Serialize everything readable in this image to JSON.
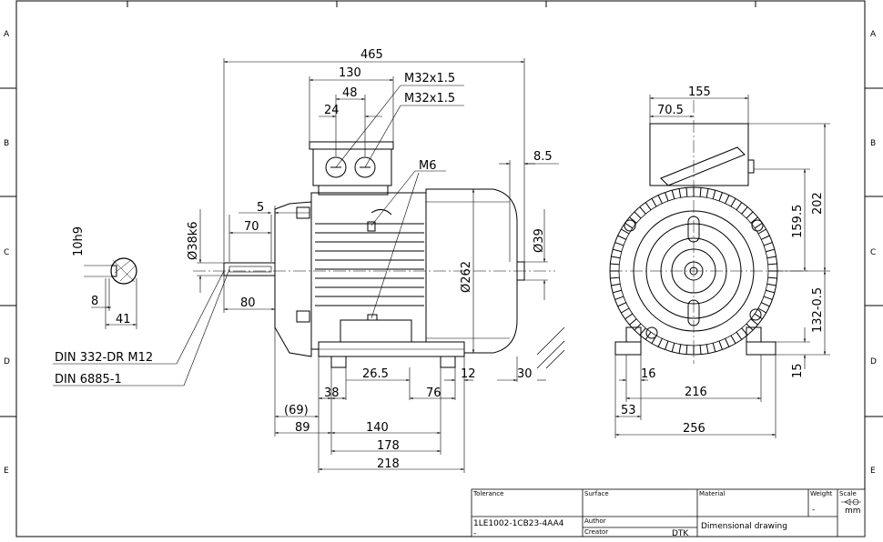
{
  "sheet": {
    "row_letters": [
      "A",
      "B",
      "C",
      "D",
      "E"
    ]
  },
  "side_view": {
    "overall_length": "465",
    "terminal_box_width": "130",
    "terminal_box_spacing": "48",
    "terminal_box_offset": "24",
    "gland_thread_1": "M32x1.5",
    "gland_thread_2": "M32x1.5",
    "earth_thread": "M6",
    "frame_gap": "8.5",
    "shaft_key_offset": "5",
    "shaft_key_length": "70",
    "shaft_diameter": "Ø38k6",
    "shaft_extension": "80",
    "frame_diameter": "Ø262",
    "fan_cowl_diameter": "Ø39",
    "foot_hole_distance": "26.5",
    "foot_hole_c": "38",
    "foot_end_offset": "76",
    "foot_thickness": "12",
    "foot_chamfer": "30",
    "c_dimension": "(69)",
    "c_dim_89": "89",
    "b_dim_140": "140",
    "b_dim_178": "178",
    "overall_foot": "218",
    "shaft_spec_1": "DIN 332-DR M12",
    "shaft_spec_2": "DIN 6885-1"
  },
  "shaft_section": {
    "key_width": "10h9",
    "key_depth": "8",
    "key_height": "41"
  },
  "end_view": {
    "terminal_width": "155",
    "terminal_offset": "70.5",
    "height_to_terminal": "159.5",
    "overall_height_above": "202",
    "shaft_height": "132-0.5",
    "foot_height": "15",
    "foot_hole_spacing": "16",
    "foot_span_216": "216",
    "foot_edge_53": "53",
    "overall_width": "256"
  },
  "title_block": {
    "tolerance_label": "Tolerance",
    "surface_label": "Surface",
    "material_label": "Material",
    "weight_label": "Weight",
    "scale_label": "Scale",
    "author_label": "Author",
    "creator_label": "Creator",
    "part_number": "1LE1002-1CB23-4AA4",
    "part_sub": "-",
    "creator_value": "DTK",
    "drawing_title": "Dimensional drawing",
    "weight_value": "-",
    "scale_unit": "mm"
  }
}
